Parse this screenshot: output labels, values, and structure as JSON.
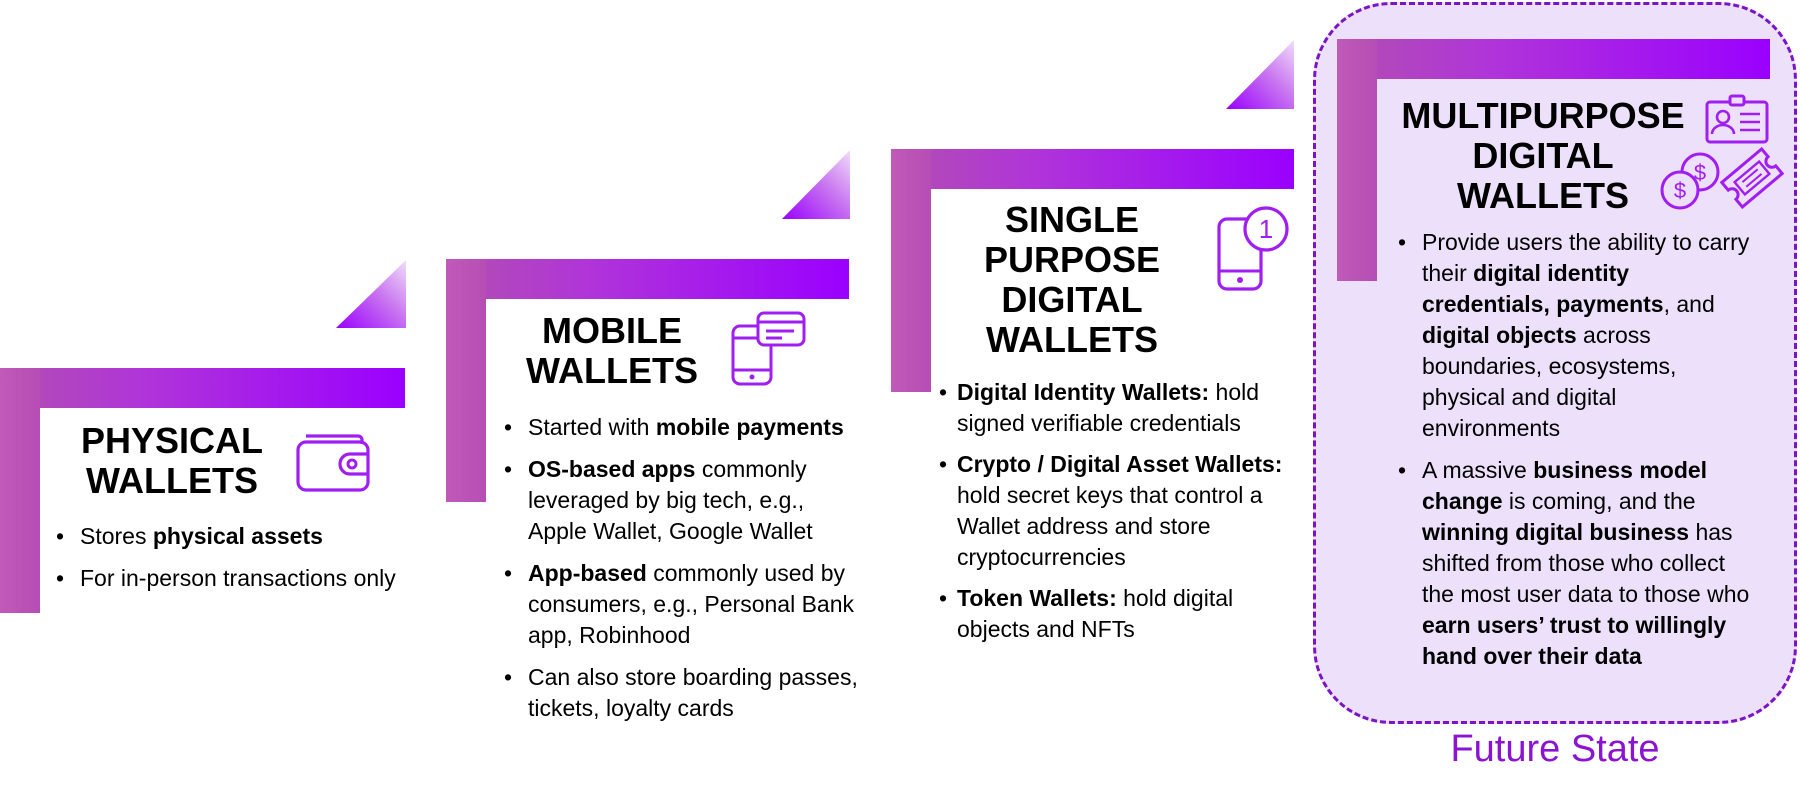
{
  "stages": [
    {
      "title_line1": "PHYSICAL",
      "title_line2": "WALLETS",
      "icon": "wallet-icon",
      "bullets": [
        {
          "html": "Stores <b>physical assets</b>"
        },
        {
          "html": "For in-person transactions only"
        }
      ]
    },
    {
      "title_line1": "MOBILE",
      "title_line2": "WALLETS",
      "icon": "phone-card-icon",
      "bullets": [
        {
          "html": "Started with <b>mobile payments</b>"
        },
        {
          "html": "<b>OS-based apps</b> commonly leveraged by big tech, e.g., Apple Wallet, Google Wallet"
        },
        {
          "html": "<b>App-based</b> commonly used by consumers, e.g., Personal Bank app, Robinhood"
        },
        {
          "html": "Can also store boarding passes, tickets, loyalty cards"
        }
      ]
    },
    {
      "title_line1": "SINGLE",
      "title_line2": "PURPOSE",
      "title_line3": "DIGITAL",
      "title_line4": "WALLETS",
      "icon": "phone-number-one-icon",
      "icon_number": "1",
      "bullets": [
        {
          "html": "<b>Digital Identity Wallets:</b> hold signed verifiable credentials"
        },
        {
          "html": "<b>Crypto / Digital Asset Wallets:</b> hold secret keys that control a Wallet address and store cryptocurrencies"
        },
        {
          "html": "<b>Token Wallets:</b> hold digital objects and NFTs"
        }
      ]
    },
    {
      "title_line1": "MULTIPURPOSE",
      "title_line2": "DIGITAL",
      "title_line3": "WALLETS",
      "icon": "id-badge-coins-ticket-icon",
      "bullets": [
        {
          "html": "Provide users the ability to carry their <b>digital identity credentials, payments</b>, and <b>digital objects</b> across boundaries, ecosystems, physical and digital environments"
        },
        {
          "html": "A massive <b>business model change</b> is coming, and the <b>winning digital business</b> has shifted from those who collect the most user data to those who <b>earn users’ trust to willingly hand over their data</b>"
        }
      ]
    }
  ],
  "future_state_label": "Future State",
  "colors": {
    "accent_purple": "#9a00ff",
    "bar_magenta": "#b24fb0",
    "future_fill": "#ede0fb",
    "future_border": "#7b14c4",
    "icon_purple": "#a11ef0"
  }
}
